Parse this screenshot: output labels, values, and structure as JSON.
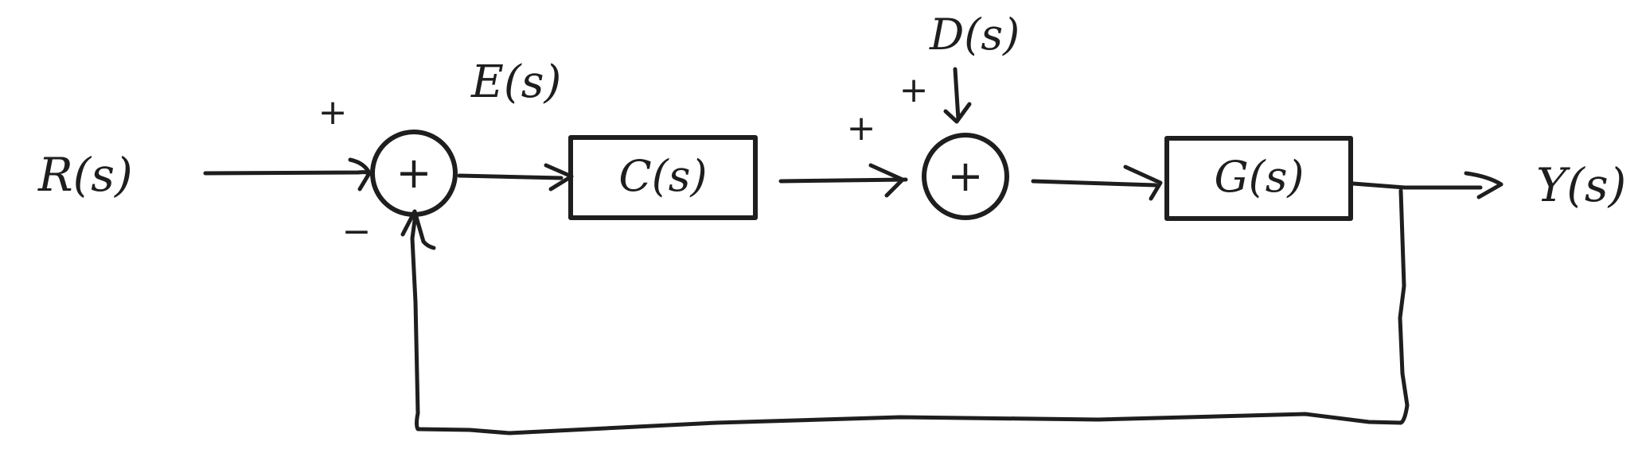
{
  "diagram": {
    "input_label": "R(s)",
    "error_label": "E(s)",
    "disturbance_label": "D(s)",
    "output_label": "Y(s)",
    "controller_label": "C(s)",
    "plant_label": "G(s)",
    "summer1_symbol": "+",
    "summer2_symbol": "+",
    "sign_r_plus": "+",
    "sign_feedback_minus": "−",
    "sign_c_plus": "+",
    "sign_d_plus": "+"
  }
}
